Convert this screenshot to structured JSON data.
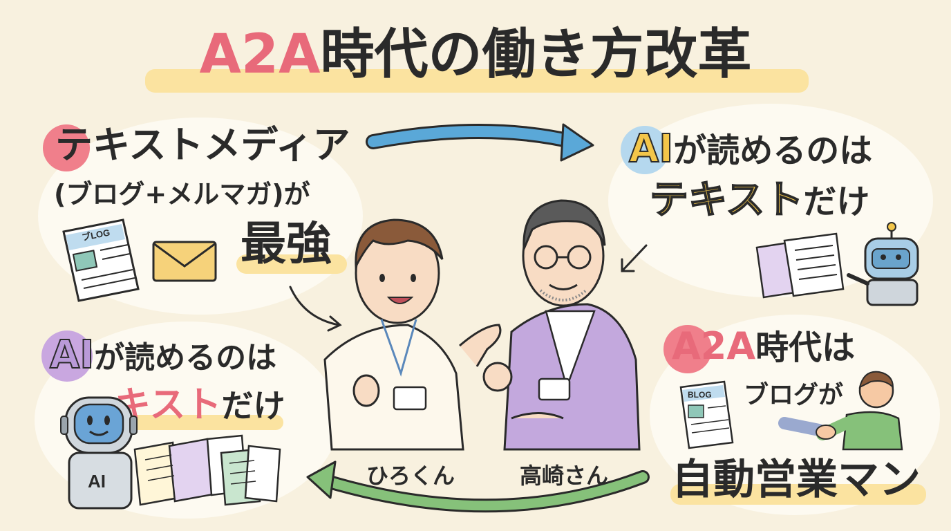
{
  "title": {
    "accent": "A2A",
    "rest": "時代の働き方改革"
  },
  "top_left": {
    "line1": "テキストメディア",
    "line2": "(ブログ+メルマガ)が",
    "line3": "最強",
    "blog_label": "ブLOG"
  },
  "top_right": {
    "l1_accent": "AI",
    "l1_rest": "が読めるのは",
    "l2_accent": "テキスト",
    "l2_rest": "だけ"
  },
  "bottom_left": {
    "l1_accent": "AI",
    "l1_rest": "が読めるのは",
    "l2_accent": "キスト",
    "l2_rest": "だけ",
    "robot_label": "AI"
  },
  "bottom_right": {
    "l1_accent": "A2A",
    "l1_rest": "時代は",
    "line2": "ブログが",
    "line3": "自動営業マン",
    "blog_label": "BLOG"
  },
  "characters": {
    "left_name": "ひろくん",
    "right_name": "高崎さん"
  },
  "colors": {
    "background": "#f8f1df",
    "pink": "#e86a7a",
    "yellow": "#f3c64a",
    "purple": "#b99ad8",
    "blue": "#5aa8d8",
    "green": "#86c17a",
    "highlight": "#fbe3a0"
  }
}
